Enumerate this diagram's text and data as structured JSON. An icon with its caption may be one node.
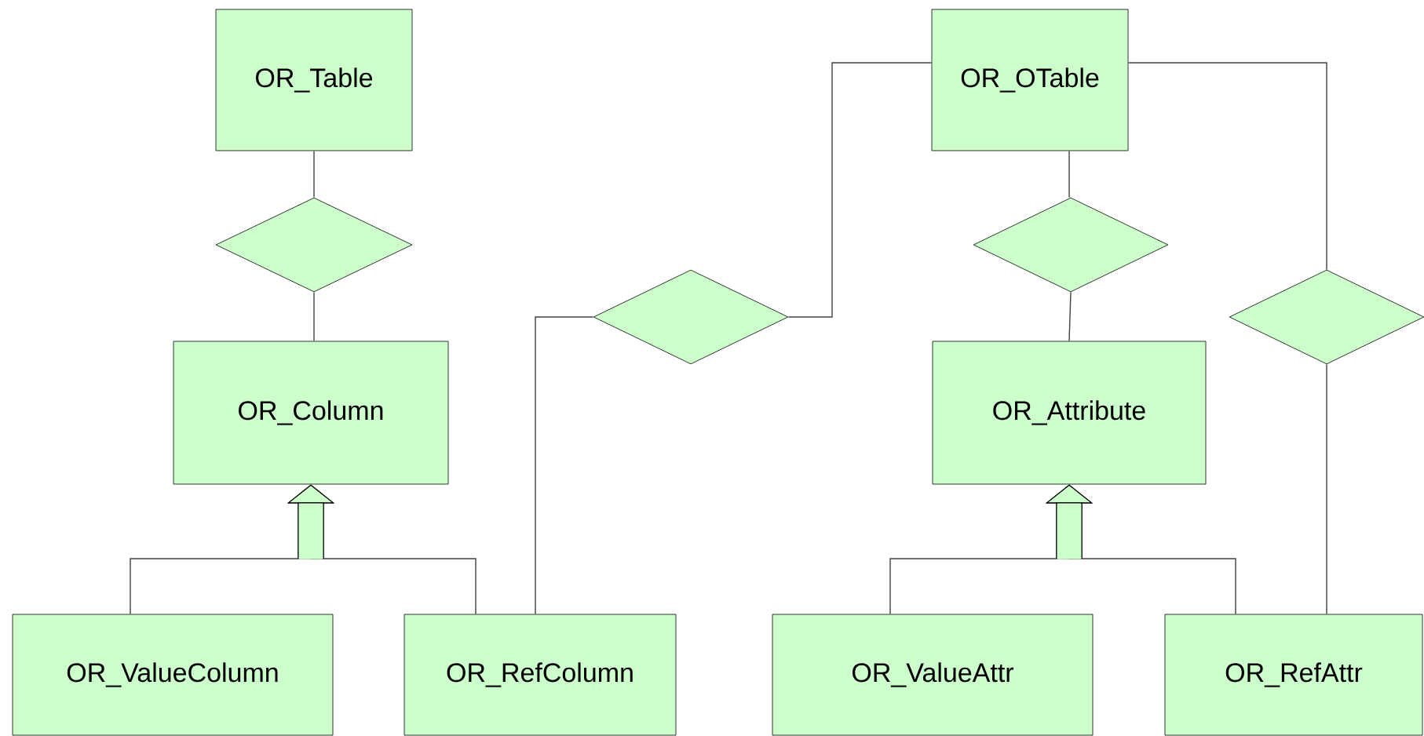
{
  "diagram": {
    "nodes": [
      {
        "text": [
          "OR_Table"
        ]
      },
      {
        "text": [],
        "shape": "diamond"
      },
      {
        "text": [
          "OR_Column"
        ]
      },
      {
        "text": [
          "OR_ValueColumn"
        ]
      },
      {
        "text": [
          "OR_RefColumn"
        ]
      },
      {
        "text": [],
        "shape": "diamond"
      },
      {
        "text": [
          "OR_OTable"
        ]
      },
      {
        "text": [],
        "shape": "diamond"
      },
      {
        "text": [
          "OR_Attribute"
        ]
      },
      {
        "text": [
          "OR_ValueAttr"
        ]
      },
      {
        "text": [
          "OR_RefAttr"
        ]
      },
      {
        "text": [],
        "shape": "diamond"
      }
    ],
    "edges": [
      {
        "from": 0,
        "to": 1,
        "arrow": "none"
      },
      {
        "from": 1,
        "to": 2,
        "arrow": "none"
      },
      {
        "from": 3,
        "to": 2,
        "arrow": "to"
      },
      {
        "from": 4,
        "to": 2,
        "arrow": "to"
      },
      {
        "from": 4,
        "to": 5,
        "arrow": "none"
      },
      {
        "from": 5,
        "to": 6,
        "arrow": "none"
      },
      {
        "from": 6,
        "to": 7,
        "arrow": "none"
      },
      {
        "from": 7,
        "to": 8,
        "arrow": "none"
      },
      {
        "from": 9,
        "to": 8,
        "arrow": "to"
      },
      {
        "from": 10,
        "to": 8,
        "arrow": "to"
      },
      {
        "from": 6,
        "to": 11,
        "arrow": "none"
      },
      {
        "from": 11,
        "to": 10,
        "arrow": "none"
      }
    ]
  }
}
